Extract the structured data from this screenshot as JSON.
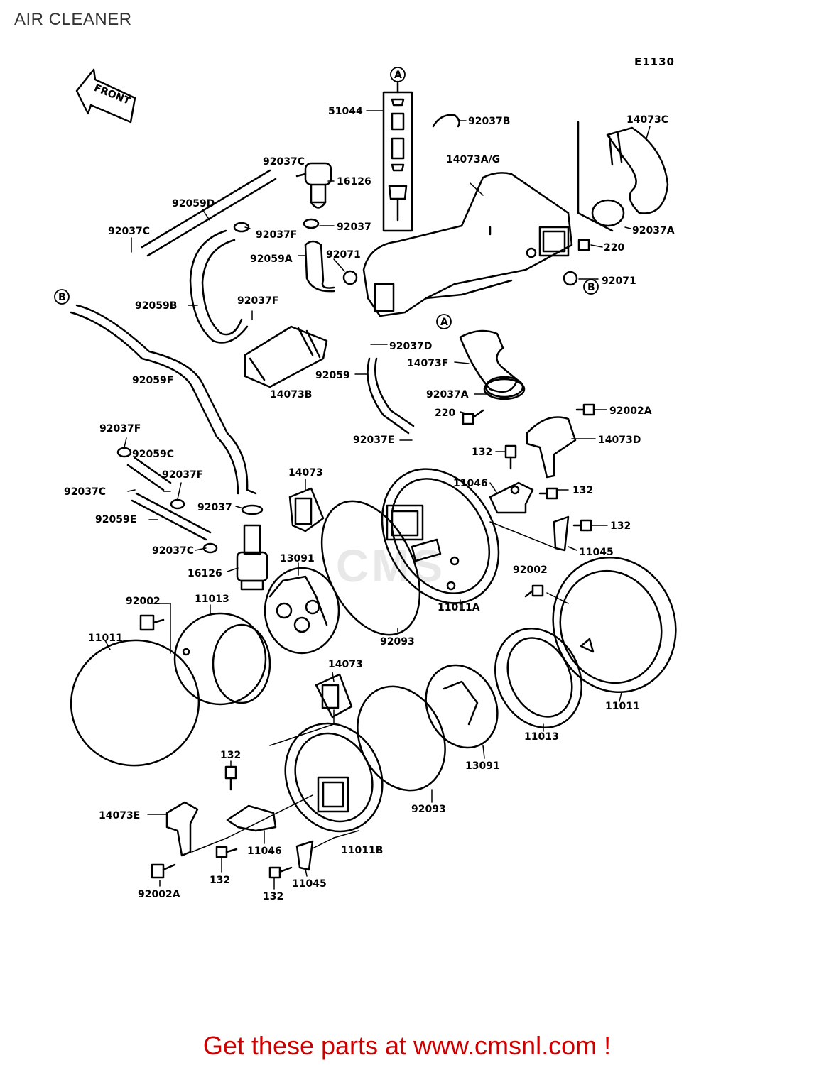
{
  "page": {
    "title": "AIR CLEANER",
    "diagram_code": "E1130",
    "front_label": "FRONT",
    "footer": "Get these parts at www.cmsnl.com !",
    "watermark": "CMS"
  },
  "ref_markers": [
    "A",
    "B"
  ],
  "parts": [
    "51044",
    "92037B",
    "14073C",
    "92037C",
    "16126",
    "14073A/G",
    "92059D",
    "92037F",
    "92037",
    "92037C",
    "92059A",
    "92071",
    "92037A",
    "220",
    "92071",
    "92059B",
    "92037F",
    "92037D",
    "14073F",
    "92059F",
    "14073B",
    "92059",
    "92037A",
    "220",
    "92002A",
    "92037F",
    "92059C",
    "92037E",
    "14073D",
    "132",
    "92037F",
    "14073",
    "11046",
    "132",
    "92037C",
    "92037",
    "132",
    "92059E",
    "11045",
    "92037C",
    "16126",
    "13091",
    "92002",
    "92002",
    "11013",
    "11011A",
    "92093",
    "11011",
    "14073",
    "11011",
    "11013",
    "13091",
    "132",
    "92093",
    "14073E",
    "11046",
    "11011B",
    "132",
    "11045",
    "92002A",
    "132"
  ]
}
